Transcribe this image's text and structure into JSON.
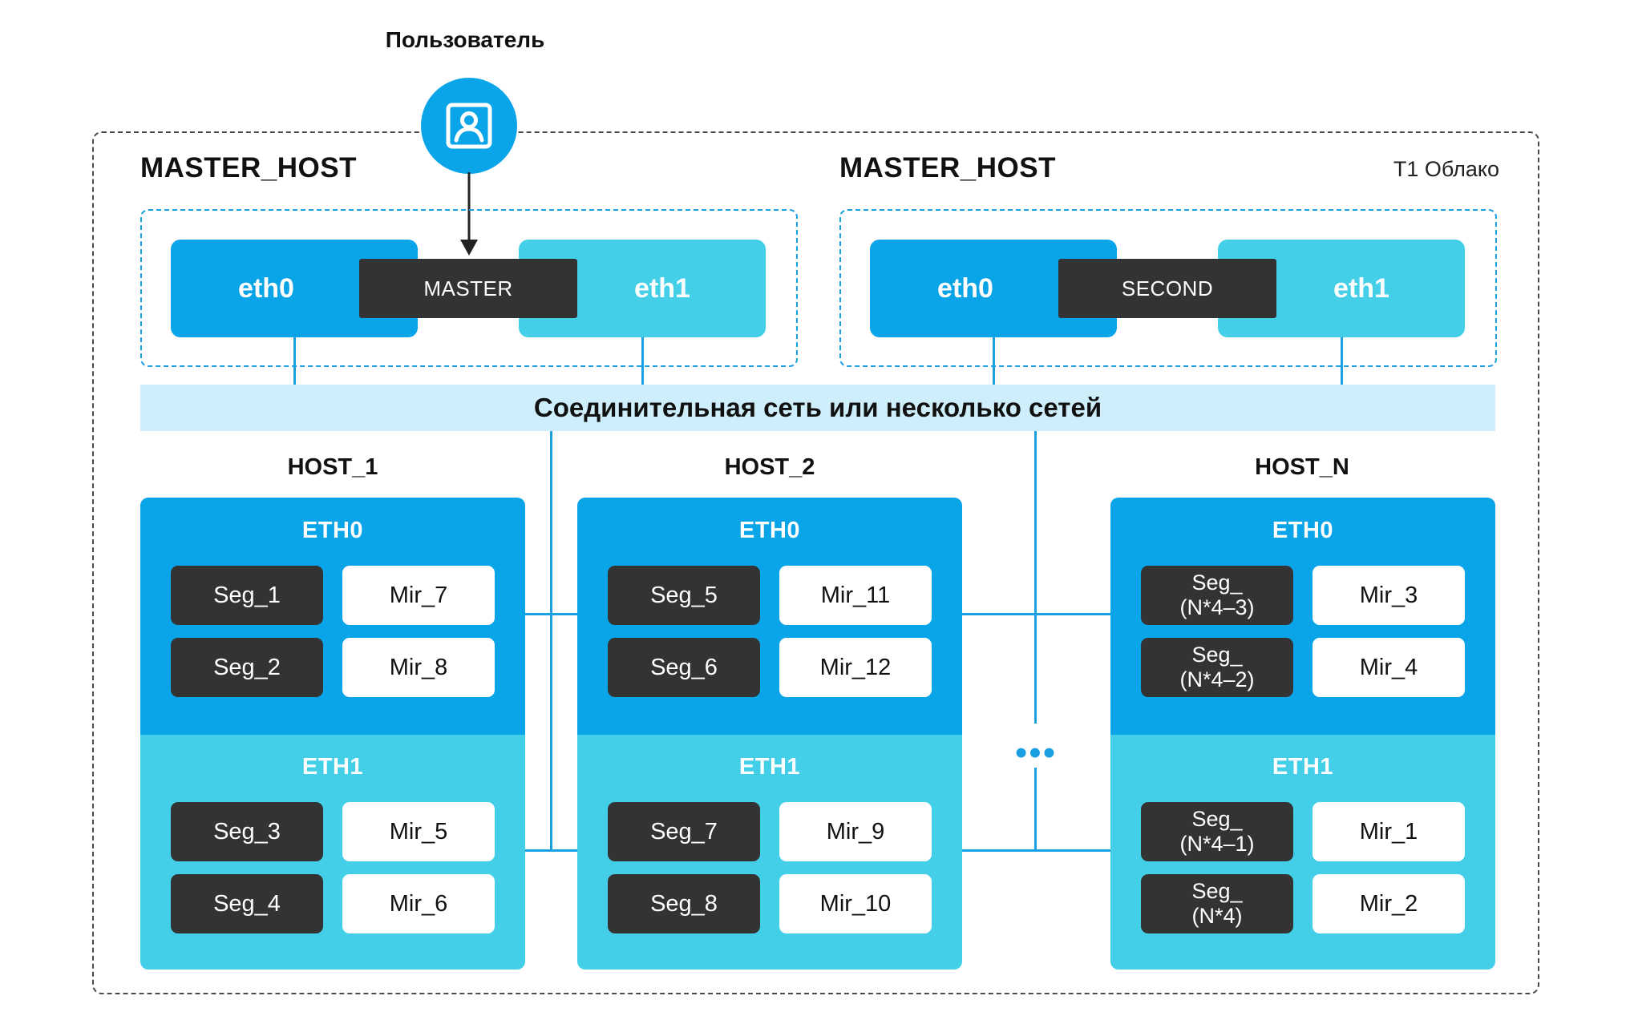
{
  "user": {
    "label": "Пользователь",
    "icon": "user-icon"
  },
  "cloud_label": "T1 Облако",
  "masters": [
    {
      "title": "MASTER_HOST",
      "eth_left": "eth0",
      "role": "MASTER",
      "eth_right": "eth1"
    },
    {
      "title": "MASTER_HOST",
      "eth_left": "eth0",
      "role": "SECOND",
      "eth_right": "eth1"
    }
  ],
  "network_label": "Соединительная сеть или несколько сетей",
  "ellipsis": "•••",
  "hosts": [
    {
      "label": "HOST_1",
      "sections": [
        {
          "title": "ETH0",
          "rows": [
            {
              "seg": "Seg_1",
              "mir": "Mir_7"
            },
            {
              "seg": "Seg_2",
              "mir": "Mir_8"
            }
          ]
        },
        {
          "title": "ETH1",
          "rows": [
            {
              "seg": "Seg_3",
              "mir": "Mir_5"
            },
            {
              "seg": "Seg_4",
              "mir": "Mir_6"
            }
          ]
        }
      ]
    },
    {
      "label": "HOST_2",
      "sections": [
        {
          "title": "ETH0",
          "rows": [
            {
              "seg": "Seg_5",
              "mir": "Mir_11"
            },
            {
              "seg": "Seg_6",
              "mir": "Mir_12"
            }
          ]
        },
        {
          "title": "ETH1",
          "rows": [
            {
              "seg": "Seg_7",
              "mir": "Mir_9"
            },
            {
              "seg": "Seg_8",
              "mir": "Mir_10"
            }
          ]
        }
      ]
    },
    {
      "label": "HOST_N",
      "sections": [
        {
          "title": "ETH0",
          "rows": [
            {
              "seg": "Seg_\n(N*4–3)",
              "mir": "Mir_3"
            },
            {
              "seg": "Seg_\n(N*4–2)",
              "mir": "Mir_4"
            }
          ]
        },
        {
          "title": "ETH1",
          "rows": [
            {
              "seg": "Seg_\n(N*4–1)",
              "mir": "Mir_1"
            },
            {
              "seg": "Seg_\n(N*4)",
              "mir": "Mir_2"
            }
          ]
        }
      ]
    }
  ],
  "colors": {
    "eth0": "#0aa4e8",
    "eth1": "#44cfe8",
    "segment": "#333333",
    "mirror": "#ffffff",
    "network": "#cdeefa",
    "line": "#1a9fe0"
  }
}
